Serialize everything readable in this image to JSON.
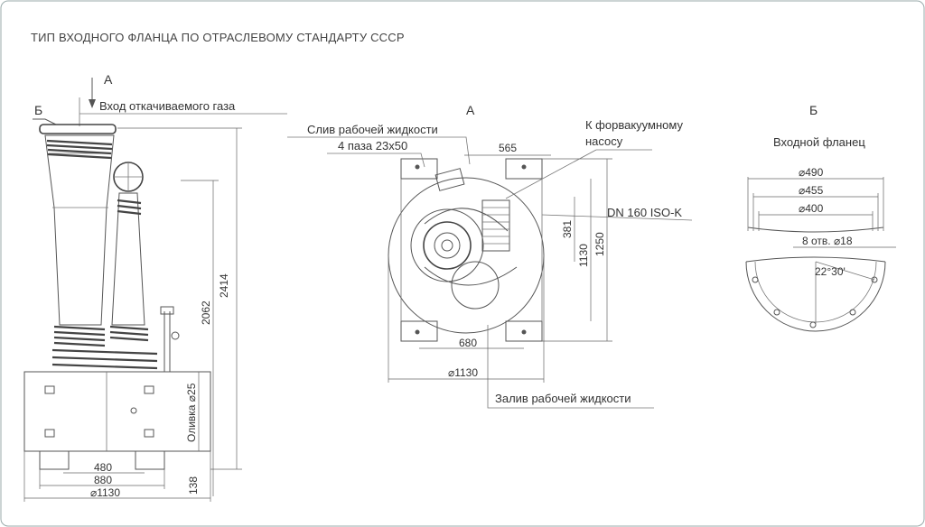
{
  "title": "ТИП ВХОДНОГО ФЛАНЦА ПО ОТРАСЛЕВОМУ СТАНДАРТУ СССР",
  "views": {
    "side": {
      "arrow_a": "А",
      "marker_b": "Б",
      "inlet_label": "Вход откачиваемого газа",
      "drain_label": "Оливка ⌀25",
      "dims": {
        "h_total": "2414",
        "h_body": "2062",
        "h_base": "138",
        "w_480": "480",
        "w_880": "880",
        "w_1130": "⌀1130"
      }
    },
    "top": {
      "view_label": "А",
      "drain_label": "Слив рабочей жидкости",
      "slots_label": "4 паза 23х50",
      "forevac_label_1": "К форвакуумному",
      "forevac_label_2": "насосу",
      "flange_label": "DN 160 ISO-K",
      "fill_label": "Залив рабочей жидкости",
      "dims": {
        "w_565": "565",
        "w_680": "680",
        "d_1130": "⌀1130",
        "h_381": "381",
        "h_1130": "1130",
        "h_1250": "1250"
      }
    },
    "flange": {
      "view_label": "Б",
      "caption": "Входной фланец",
      "dims": {
        "d_490": "⌀490",
        "d_455": "⌀455",
        "d_400": "⌀400",
        "holes": "8 отв. ⌀18",
        "angle": "22°30'"
      }
    }
  }
}
